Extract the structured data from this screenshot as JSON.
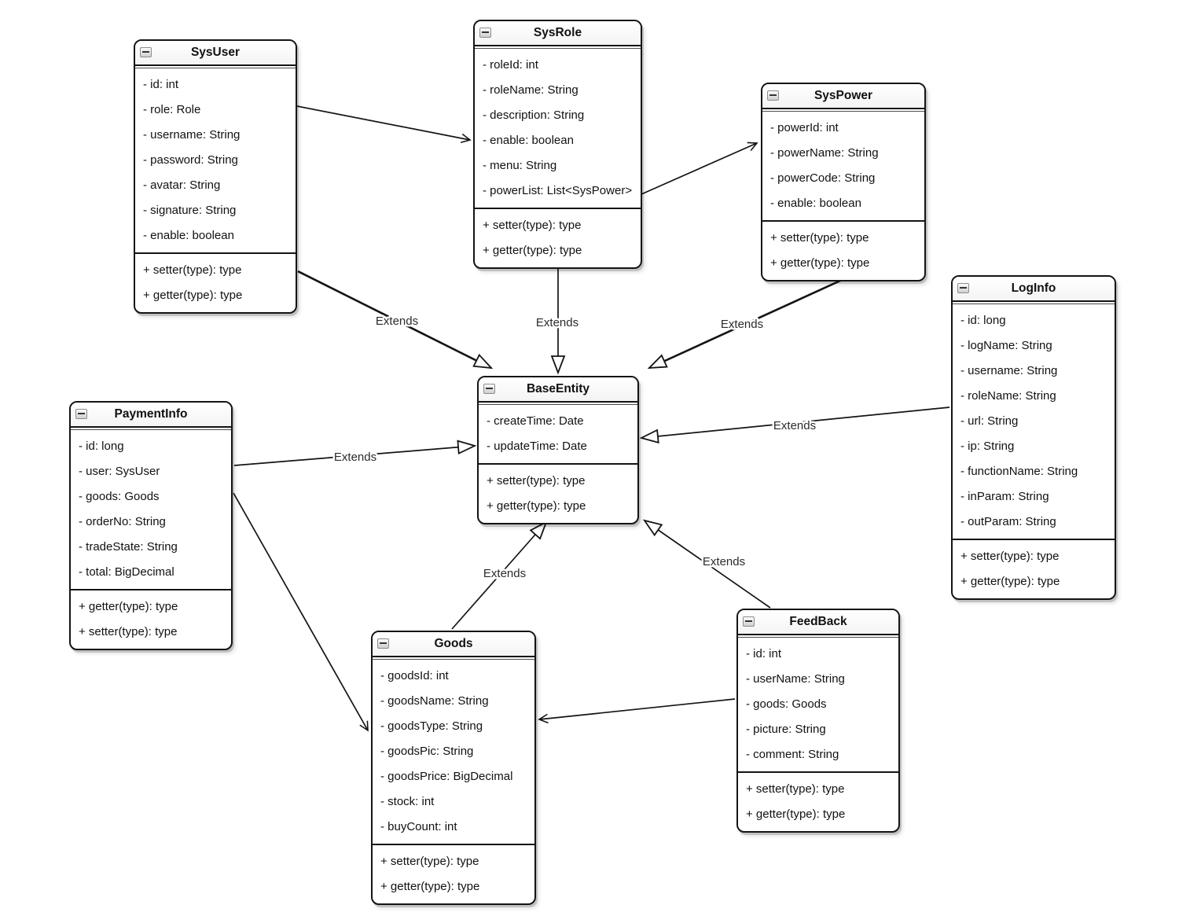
{
  "diagram": {
    "kind": "uml-class-diagram",
    "extends_label": "Extends",
    "colors": {
      "line": "#141414",
      "box_background": "#ffffff",
      "text": "#111111",
      "shadow": "rgba(0,0,0,0.16)"
    },
    "classes": [
      {
        "name": "SysUser",
        "attributes": [
          "- id: int",
          "- role: Role",
          "- username: String",
          "- password: String",
          "- avatar: String",
          "- signature: String",
          "- enable: boolean"
        ],
        "methods": [
          "+ setter(type): type",
          "+ getter(type): type"
        ]
      },
      {
        "name": "SysRole",
        "attributes": [
          "- roleId: int",
          "- roleName: String",
          "- description: String",
          "- enable: boolean",
          "- menu: String",
          "- powerList: List<SysPower>"
        ],
        "methods": [
          "+ setter(type): type",
          "+ getter(type): type"
        ]
      },
      {
        "name": "SysPower",
        "attributes": [
          "- powerId: int",
          "- powerName: String",
          "- powerCode: String",
          "- enable: boolean"
        ],
        "methods": [
          "+ setter(type): type",
          "+ getter(type): type"
        ]
      },
      {
        "name": "LogInfo",
        "attributes": [
          "- id: long",
          "- logName: String",
          "- username: String",
          "- roleName: String",
          "- url: String",
          "- ip: String",
          "- functionName: String",
          "- inParam: String",
          "- outParam: String"
        ],
        "methods": [
          "+ setter(type): type",
          "+ getter(type): type"
        ]
      },
      {
        "name": "BaseEntity",
        "attributes": [
          "- createTime: Date",
          "- updateTime: Date"
        ],
        "methods": [
          "+ setter(type): type",
          "+ getter(type): type"
        ]
      },
      {
        "name": "PaymentInfo",
        "attributes": [
          "- id: long",
          "- user: SysUser",
          "- goods: Goods",
          "- orderNo: String",
          "- tradeState: String",
          "- total: BigDecimal"
        ],
        "methods": [
          "+ getter(type): type",
          "+ setter(type): type"
        ]
      },
      {
        "name": "Goods",
        "attributes": [
          "- goodsId: int",
          "- goodsName: String",
          "- goodsType: String",
          "- goodsPic: String",
          "- goodsPrice: BigDecimal",
          "- stock: int",
          "- buyCount: int"
        ],
        "methods": [
          "+ setter(type): type",
          "+ getter(type): type"
        ]
      },
      {
        "name": "FeedBack",
        "attributes": [
          "- id: int",
          "- userName: String",
          "- goods: Goods",
          "- picture: String",
          "- comment: String"
        ],
        "methods": [
          "+ setter(type): type",
          "+ getter(type): type"
        ]
      }
    ],
    "edges": [
      {
        "from": "SysUser",
        "to": "SysRole",
        "type": "association",
        "label": ""
      },
      {
        "from": "SysRole",
        "to": "SysPower",
        "type": "association",
        "label": ""
      },
      {
        "from": "SysUser",
        "to": "BaseEntity",
        "type": "extends",
        "label": "Extends"
      },
      {
        "from": "SysRole",
        "to": "BaseEntity",
        "type": "extends",
        "label": "Extends"
      },
      {
        "from": "SysPower",
        "to": "BaseEntity",
        "type": "extends",
        "label": "Extends"
      },
      {
        "from": "LogInfo",
        "to": "BaseEntity",
        "type": "extends",
        "label": "Extends"
      },
      {
        "from": "PaymentInfo",
        "to": "BaseEntity",
        "type": "extends",
        "label": "Extends"
      },
      {
        "from": "Goods",
        "to": "BaseEntity",
        "type": "extends",
        "label": "Extends"
      },
      {
        "from": "FeedBack",
        "to": "BaseEntity",
        "type": "extends",
        "label": "Extends"
      },
      {
        "from": "PaymentInfo",
        "to": "Goods",
        "type": "association",
        "label": ""
      },
      {
        "from": "FeedBack",
        "to": "Goods",
        "type": "association",
        "label": ""
      }
    ]
  }
}
